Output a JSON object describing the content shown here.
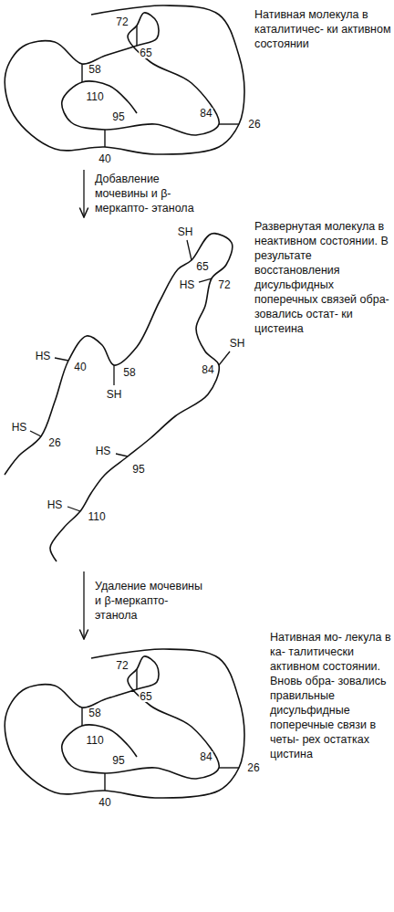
{
  "diagram": {
    "labels": [
      "72",
      "65",
      "58",
      "110",
      "84",
      "26",
      "95",
      "40",
      "Нативная молекула в каталитичес- ки активном состоянии",
      "Добавление мочевины и β-меркапто- этанола",
      "SH",
      "65",
      "HS",
      "72",
      "HS",
      "40",
      "58",
      "SH",
      "SH",
      "84",
      "HS",
      "26",
      "95",
      "HS",
      "HS",
      "110",
      "Развернутая молекула в неактивном состоянии. В результате восстановления дисульфидных поперечных связей обра- зовались остат- ки цистеина",
      "Удаление мочевины и β-меркапто- этанола",
      "72",
      "65",
      "58",
      "110",
      "84",
      "26",
      "95",
      "40",
      "Нативная мо- лекула в ка- талитически активном состоянии. Вновь обра- зовались правильные дисульфидные поперечные связи в четы- рех остатках цистина"
    ]
  }
}
